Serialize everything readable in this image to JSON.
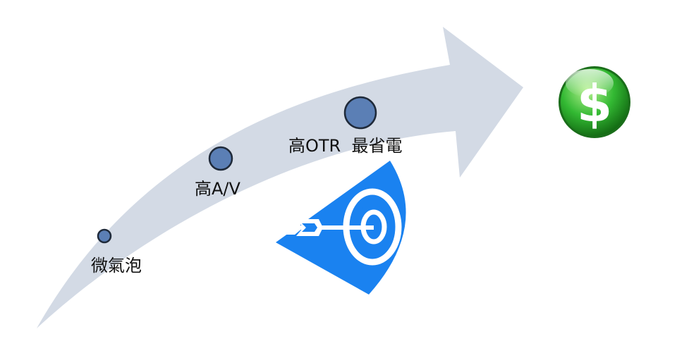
{
  "stages": [
    {
      "label": "微氣泡",
      "level": 1
    },
    {
      "label": "高A/V",
      "level": 2
    },
    {
      "label": "高OTR  最省電",
      "level": 3
    }
  ],
  "goal_icon": "target-with-arrow-icon",
  "result_icon": "dollar-sign-icon",
  "colors": {
    "arrow": "#d3dae5",
    "stage_marker": "#5b7fb5",
    "marker_outline": "#1f2a3a",
    "target": "#1a82f0",
    "dollar_green": "#33b933",
    "dollar_text": "#ffffff"
  }
}
